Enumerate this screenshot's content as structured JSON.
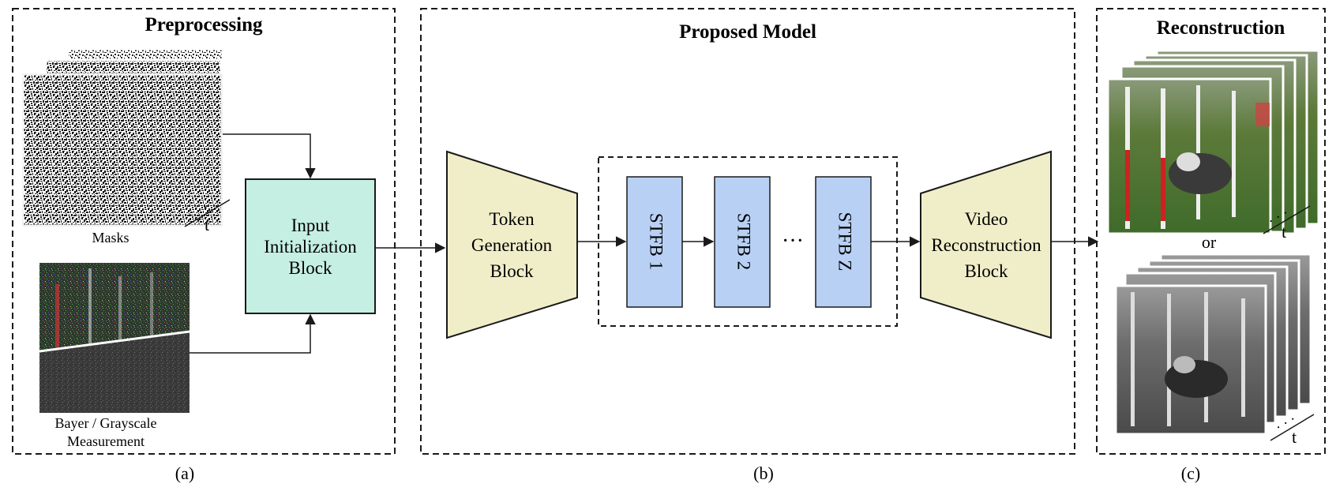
{
  "panels": {
    "a": {
      "title": "Preprocessing",
      "caption": "(a)"
    },
    "b": {
      "title": "Proposed Model",
      "caption": "(b)"
    },
    "c": {
      "title": "Reconstruction",
      "caption": "(c)"
    }
  },
  "preprocessing": {
    "masks_label": "Masks",
    "time_label": "t",
    "ellipsis": "· · ·",
    "measurement_label_line1": "Bayer / Grayscale",
    "measurement_label_line2": "Measurement"
  },
  "blocks": {
    "input_init": {
      "lines": [
        "Input",
        "Initialization",
        "Block"
      ]
    },
    "token_gen": {
      "lines": [
        "Token",
        "Generation",
        "Block"
      ]
    },
    "stfb": [
      "STFB 1",
      "STFB 2",
      "STFB Z"
    ],
    "stfb_ellipsis": "···",
    "video_recon": {
      "lines": [
        "Video",
        "Reconstruction",
        "Block"
      ]
    }
  },
  "reconstruction": {
    "or_label": "or",
    "time_label": "t",
    "ellipsis": "· · ·"
  },
  "colors": {
    "input_block": "#c5efe2",
    "trapezoid": "#f0eec9",
    "stfb": "#b8d0f4",
    "border": "#1a1a1a"
  }
}
